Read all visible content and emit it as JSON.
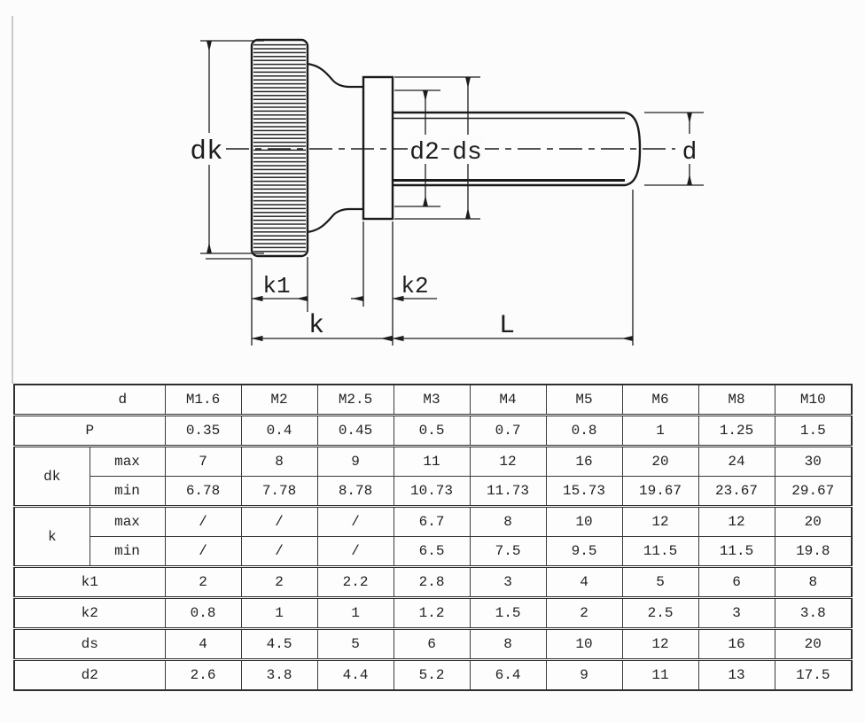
{
  "drawing": {
    "labels": {
      "dk": "dk",
      "d2": "d2",
      "ds": "ds",
      "d": "d",
      "k1": "k1",
      "k2": "k2",
      "k": "k",
      "L": "L"
    }
  },
  "table": {
    "rows": [
      {
        "label": "d",
        "sub": null,
        "values": [
          "M1.6",
          "M2",
          "M2.5",
          "M3",
          "M4",
          "M5",
          "M6",
          "M8",
          "M10"
        ]
      },
      {
        "label": "P",
        "sub": null,
        "values": [
          "0.35",
          "0.4",
          "0.45",
          "0.5",
          "0.7",
          "0.8",
          "1",
          "1.25",
          "1.5"
        ]
      },
      {
        "label": "dk",
        "sub": "max",
        "values": [
          "7",
          "8",
          "9",
          "11",
          "12",
          "16",
          "20",
          "24",
          "30"
        ]
      },
      {
        "label": "dk",
        "sub": "min",
        "values": [
          "6.78",
          "7.78",
          "8.78",
          "10.73",
          "11.73",
          "15.73",
          "19.67",
          "23.67",
          "29.67"
        ]
      },
      {
        "label": "k",
        "sub": "max",
        "values": [
          "/",
          "/",
          "/",
          "6.7",
          "8",
          "10",
          "12",
          "12",
          "20"
        ]
      },
      {
        "label": "k",
        "sub": "min",
        "values": [
          "/",
          "/",
          "/",
          "6.5",
          "7.5",
          "9.5",
          "11.5",
          "11.5",
          "19.8"
        ]
      },
      {
        "label": "k1",
        "sub": null,
        "values": [
          "2",
          "2",
          "2.2",
          "2.8",
          "3",
          "4",
          "5",
          "6",
          "8"
        ]
      },
      {
        "label": "k2",
        "sub": null,
        "values": [
          "0.8",
          "1",
          "1",
          "1.2",
          "1.5",
          "2",
          "2.5",
          "3",
          "3.8"
        ]
      },
      {
        "label": "ds",
        "sub": null,
        "values": [
          "4",
          "4.5",
          "5",
          "6",
          "8",
          "10",
          "12",
          "16",
          "20"
        ]
      },
      {
        "label": "d2",
        "sub": null,
        "values": [
          "2.6",
          "3.8",
          "4.4",
          "5.2",
          "6.4",
          "9",
          "11",
          "13",
          "17.5"
        ]
      }
    ]
  }
}
